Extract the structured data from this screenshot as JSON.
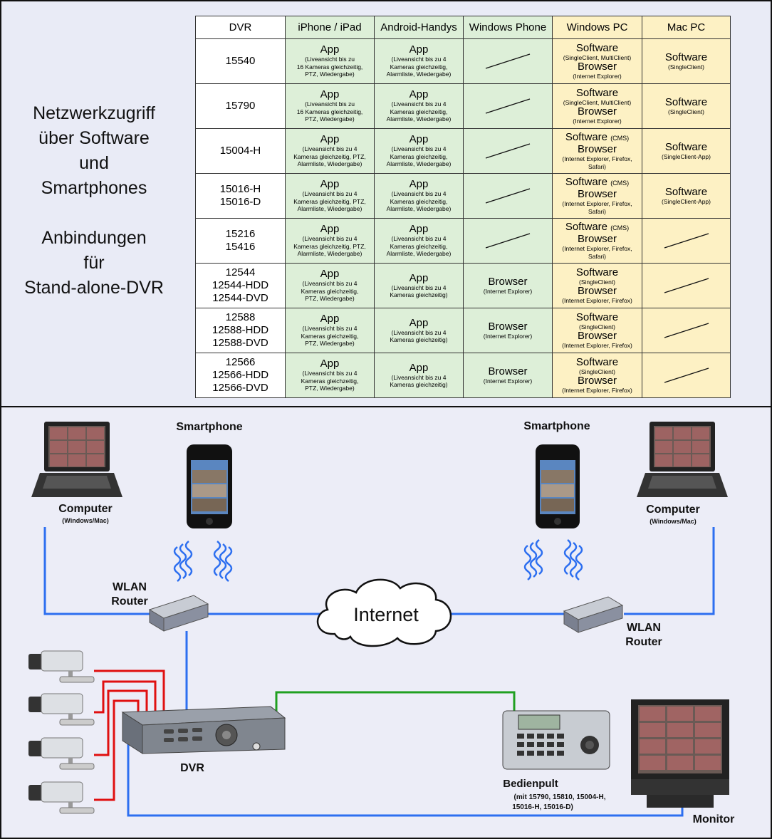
{
  "side_text": {
    "line1": "Netzwerkzugriff",
    "line2": "über Software",
    "line3": "und",
    "line4": "Smartphones",
    "line5": "Anbindungen",
    "line6": "für",
    "line7": "Stand-alone-DVR"
  },
  "table": {
    "headers": [
      "DVR",
      "iPhone / iPad",
      "Android-Handys",
      "Windows Phone",
      "Windows PC",
      "Mac PC"
    ],
    "rows": [
      {
        "dvr": [
          "15540"
        ],
        "iphone": {
          "main": "App",
          "detail": [
            "(Liveansicht bis zu",
            "16 Kameras gleichzeitig,",
            "PTZ, Wiedergabe)"
          ]
        },
        "android": {
          "main": "App",
          "detail": [
            "(Liveansicht bis zu 4",
            "Kameras gleichzeitig,",
            "Alarmliste, Wiedergabe)"
          ]
        },
        "winphone": null,
        "winpc": [
          {
            "main": "Software",
            "detail": [
              "(SingleClient, MultiClient)"
            ]
          },
          {
            "main": "Browser",
            "detail": [
              "(Internet Explorer)"
            ]
          }
        ],
        "mac": [
          {
            "main": "Software",
            "detail": [
              "(SingleClient)"
            ]
          }
        ]
      },
      {
        "dvr": [
          "15790"
        ],
        "iphone": {
          "main": "App",
          "detail": [
            "(Liveansicht bis zu",
            "16 Kameras gleichzeitig,",
            "PTZ, Wiedergabe)"
          ]
        },
        "android": {
          "main": "App",
          "detail": [
            "(Liveansicht bis zu 4",
            "Kameras gleichzeitig,",
            "Alarmliste, Wiedergabe)"
          ]
        },
        "winphone": null,
        "winpc": [
          {
            "main": "Software",
            "detail": [
              "(SingleClient, MultiClient)"
            ]
          },
          {
            "main": "Browser",
            "detail": [
              "(Internet Explorer)"
            ]
          }
        ],
        "mac": [
          {
            "main": "Software",
            "detail": [
              "(SingleClient)"
            ]
          }
        ]
      },
      {
        "dvr": [
          "15004-H"
        ],
        "iphone": {
          "main": "App",
          "detail": [
            "(Liveansicht bis zu 4",
            "Kameras gleichzeitig, PTZ,",
            "Alarmliste, Wiedergabe)"
          ]
        },
        "android": {
          "main": "App",
          "detail": [
            "(Liveansicht bis zu 4",
            "Kameras gleichzeitig,",
            "Alarmliste, Wiedergabe)"
          ]
        },
        "winphone": null,
        "winpc": [
          {
            "main": "Software",
            "suffix": "(CMS)",
            "detail": []
          },
          {
            "main": "Browser",
            "detail": [
              "(Internet Explorer, Firefox,",
              "Safari)"
            ]
          }
        ],
        "mac": [
          {
            "main": "Software",
            "detail": [
              "(SingleClient-App)"
            ]
          }
        ]
      },
      {
        "dvr": [
          "15016-H",
          "15016-D"
        ],
        "iphone": {
          "main": "App",
          "detail": [
            "(Liveansicht bis zu 4",
            "Kameras gleichzeitig, PTZ,",
            "Alarmliste, Wiedergabe)"
          ]
        },
        "android": {
          "main": "App",
          "detail": [
            "(Liveansicht bis zu 4",
            "Kameras gleichzeitig,",
            "Alarmliste, Wiedergabe)"
          ]
        },
        "winphone": null,
        "winpc": [
          {
            "main": "Software",
            "suffix": "(CMS)",
            "detail": []
          },
          {
            "main": "Browser",
            "detail": [
              "(Internet Explorer, Firefox,",
              "Safari)"
            ]
          }
        ],
        "mac": [
          {
            "main": "Software",
            "detail": [
              "(SingleClient-App)"
            ]
          }
        ]
      },
      {
        "dvr": [
          "15216",
          "15416"
        ],
        "iphone": {
          "main": "App",
          "detail": [
            "(Liveansicht bis zu 4",
            "Kameras gleichzeitig, PTZ,",
            "Alarmliste, Wiedergabe)"
          ]
        },
        "android": {
          "main": "App",
          "detail": [
            "(Liveansicht bis zu 4",
            "Kameras gleichzeitig,",
            "Alarmliste, Wiedergabe)"
          ]
        },
        "winphone": null,
        "winpc": [
          {
            "main": "Software",
            "suffix": "(CMS)",
            "detail": []
          },
          {
            "main": "Browser",
            "detail": [
              "(Internet Explorer, Firefox,",
              "Safari)"
            ]
          }
        ],
        "mac": null
      },
      {
        "dvr": [
          "12544",
          "12544-HDD",
          "12544-DVD"
        ],
        "iphone": {
          "main": "App",
          "detail": [
            "(Liveansicht bis zu 4",
            "Kameras gleichzeitig,",
            "PTZ, Wiedergabe)"
          ]
        },
        "android": {
          "main": "App",
          "detail": [
            "(Liveansicht bis zu 4",
            "Kameras gleichzeitig)"
          ]
        },
        "winphone": {
          "main": "Browser",
          "detail": [
            "(Internet Explorer)"
          ]
        },
        "winpc": [
          {
            "main": "Software",
            "detail": [
              "(SingleClient)"
            ]
          },
          {
            "main": "Browser",
            "detail": [
              "(Internet Explorer, Firefox)"
            ]
          }
        ],
        "mac": null
      },
      {
        "dvr": [
          "12588",
          "12588-HDD",
          "12588-DVD"
        ],
        "iphone": {
          "main": "App",
          "detail": [
            "(Liveansicht bis zu 4",
            "Kameras gleichzeitig,",
            "PTZ, Wiedergabe)"
          ]
        },
        "android": {
          "main": "App",
          "detail": [
            "(Liveansicht bis zu 4",
            "Kameras gleichzeitig)"
          ]
        },
        "winphone": {
          "main": "Browser",
          "detail": [
            "(Internet Explorer)"
          ]
        },
        "winpc": [
          {
            "main": "Software",
            "detail": [
              "(SingleClient)"
            ]
          },
          {
            "main": "Browser",
            "detail": [
              "(Internet Explorer, Firefox)"
            ]
          }
        ],
        "mac": null
      },
      {
        "dvr": [
          "12566",
          "12566-HDD",
          "12566-DVD"
        ],
        "iphone": {
          "main": "App",
          "detail": [
            "(Liveansicht bis zu 4",
            "Kameras gleichzeitig,",
            "PTZ, Wiedergabe)"
          ]
        },
        "android": {
          "main": "App",
          "detail": [
            "(Liveansicht bis zu 4",
            "Kameras gleichzeitig)"
          ]
        },
        "winphone": {
          "main": "Browser",
          "detail": [
            "(Internet Explorer)"
          ]
        },
        "winpc": [
          {
            "main": "Software",
            "detail": [
              "(SingleClient)"
            ]
          },
          {
            "main": "Browser",
            "detail": [
              "(Internet Explorer, Firefox)"
            ]
          }
        ],
        "mac": null
      }
    ]
  },
  "diagram": {
    "smartphone_left": "Smartphone",
    "smartphone_right": "Smartphone",
    "computer_left": "Computer",
    "computer_left_sub": "(Windows/Mac)",
    "computer_right": "Computer",
    "computer_right_sub": "(Windows/Mac)",
    "router_left": [
      "WLAN",
      "Router"
    ],
    "router_right": [
      "WLAN",
      "Router"
    ],
    "internet": "Internet",
    "dvr": "DVR",
    "bedienpult": "Bedienpult",
    "bedienpult_sub": [
      "(mit 15790, 15810, 15004-H,",
      "15016-H, 15016-D)"
    ],
    "monitor": "Monitor",
    "colors": {
      "network": "#2d6ff0",
      "coax": "#e01010",
      "control": "#20a020"
    }
  }
}
